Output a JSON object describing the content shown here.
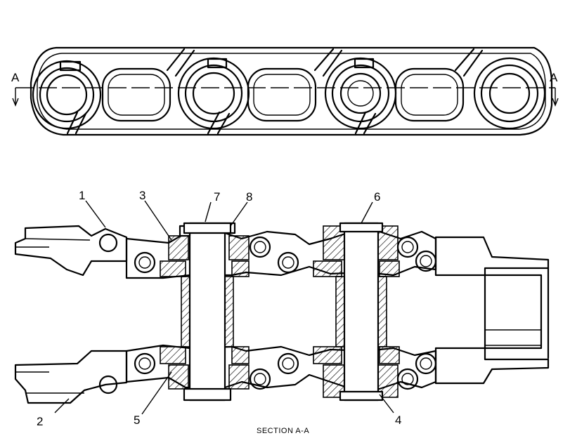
{
  "section_marks": {
    "left": "A",
    "right": "A"
  },
  "callouts": [
    "1",
    "2",
    "3",
    "4",
    "5",
    "6",
    "7",
    "8"
  ],
  "caption": "SECTION A-A"
}
